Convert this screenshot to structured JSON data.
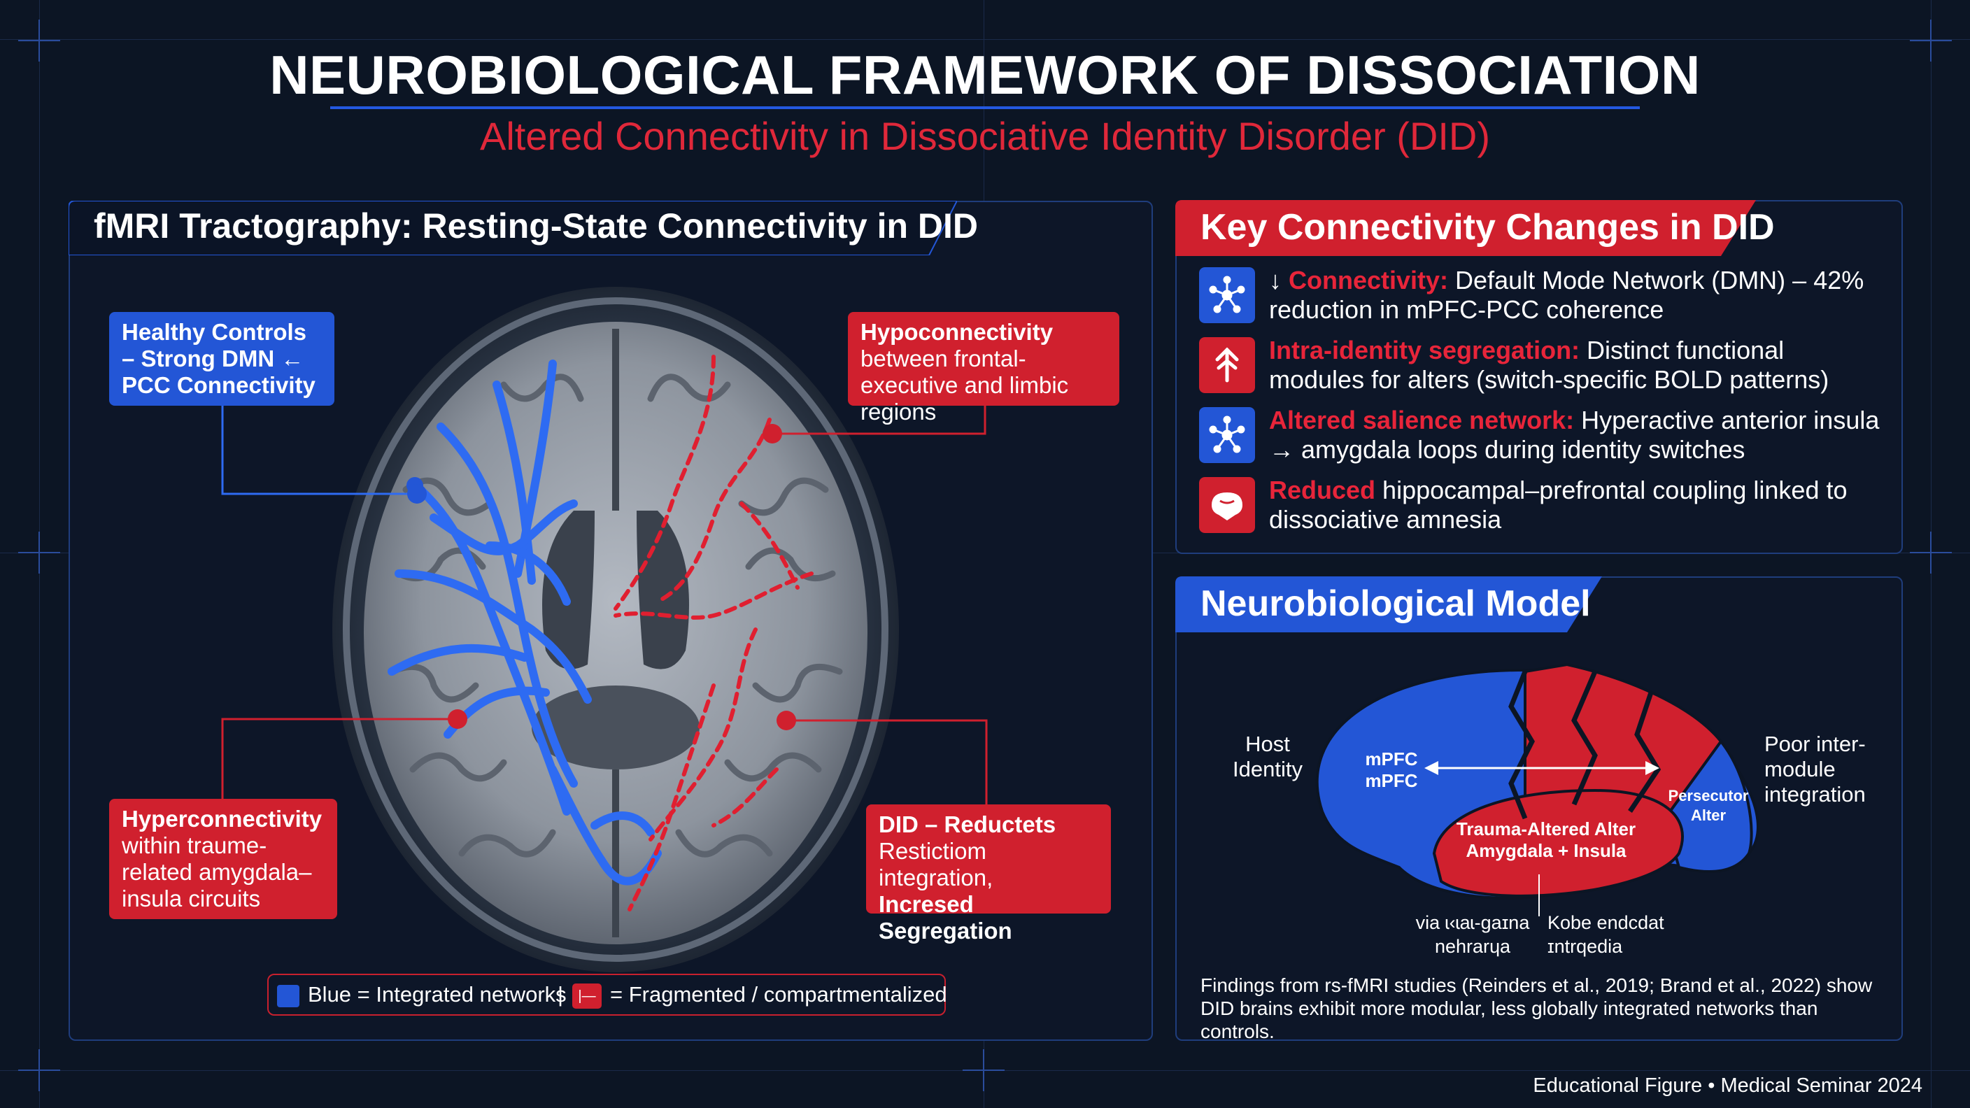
{
  "title": "NEUROBIOLOGICAL FRAMEWORK OF DISSOCIATION",
  "subtitle": "Altered Connectivity in Dissociative Identity Disorder (DID)",
  "colors": {
    "background": "#0c1524",
    "accent_blue": "#2356d6",
    "accent_red": "#d0202e",
    "border": "#1f3d7c"
  },
  "left_panel": {
    "title": "fMRI Tractography: Resting-State Connectivity in DID",
    "callouts": {
      "healthy": "Healthy Controls – Strong DMN ← PCC Connectivity",
      "hypo_head": "Hypoconnectivity",
      "hypo_body": "between frontal-executive and limbic regions",
      "hyper_head": "Hyperconnectivity",
      "hyper_body": "within traume-related amygdala–insula circuits",
      "did_head": "DID – Reductets",
      "did_body1": "Restictiom integration,",
      "did_body2": "Incresed Segregation"
    },
    "legend": {
      "blue": "Blue = Integrated networks",
      "separator": "|",
      "red_glyph": "|—",
      "red": "= Fragmented / compartmentalized"
    }
  },
  "key_changes": {
    "title": "Key Connectivity Changes in DID",
    "items": [
      {
        "icon": "network-icon",
        "prefix": "↓ ",
        "keyword": "Connectivity:",
        "text": " Default Mode Network (DMN) – 42% reduction in mPFC-PCC coherence",
        "icon_color": "#2356d6"
      },
      {
        "icon": "arrows-up-icon",
        "prefix": "",
        "keyword": "Intra-identity segregation:",
        "text": " Distinct functional modules for alters (switch-specific BOLD patterns)",
        "icon_color": "#d0202e"
      },
      {
        "icon": "network-icon",
        "prefix": "",
        "keyword": "Altered salience network:",
        "text": " Hyperactive anterior insula → amygdala loops during identity switches",
        "icon_color": "#2356d6"
      },
      {
        "icon": "brain-icon",
        "prefix": "",
        "keyword": "Reduced",
        "text": " hippocampal–prefrontal coupling linked to dissociative amnesia",
        "icon_color": "#d0202e"
      }
    ]
  },
  "model": {
    "title": "Neurobiological Model",
    "host_label": "Host Identity",
    "mpfc_label": "mPFC mPFC",
    "poor_label": "Poor inter-module integration",
    "persecutor_label": "Persecutor Alter",
    "trauma_label": "Trauma-Altered Alter Amygdala + Insula",
    "bottom_left": "via ɩ‹ɩaɩ-gaɪna nehrarɥa",
    "bottom_right": "Kobe endcdat ɪntrqedia",
    "findings": "Findings from rs-fMRI studies (Reinders et al., 2019; Brand et al., 2022) show DID brains exhibit more modular, less globally integrated networks than controls."
  },
  "footer": "Educational Figure • Medical Seminar 2024"
}
